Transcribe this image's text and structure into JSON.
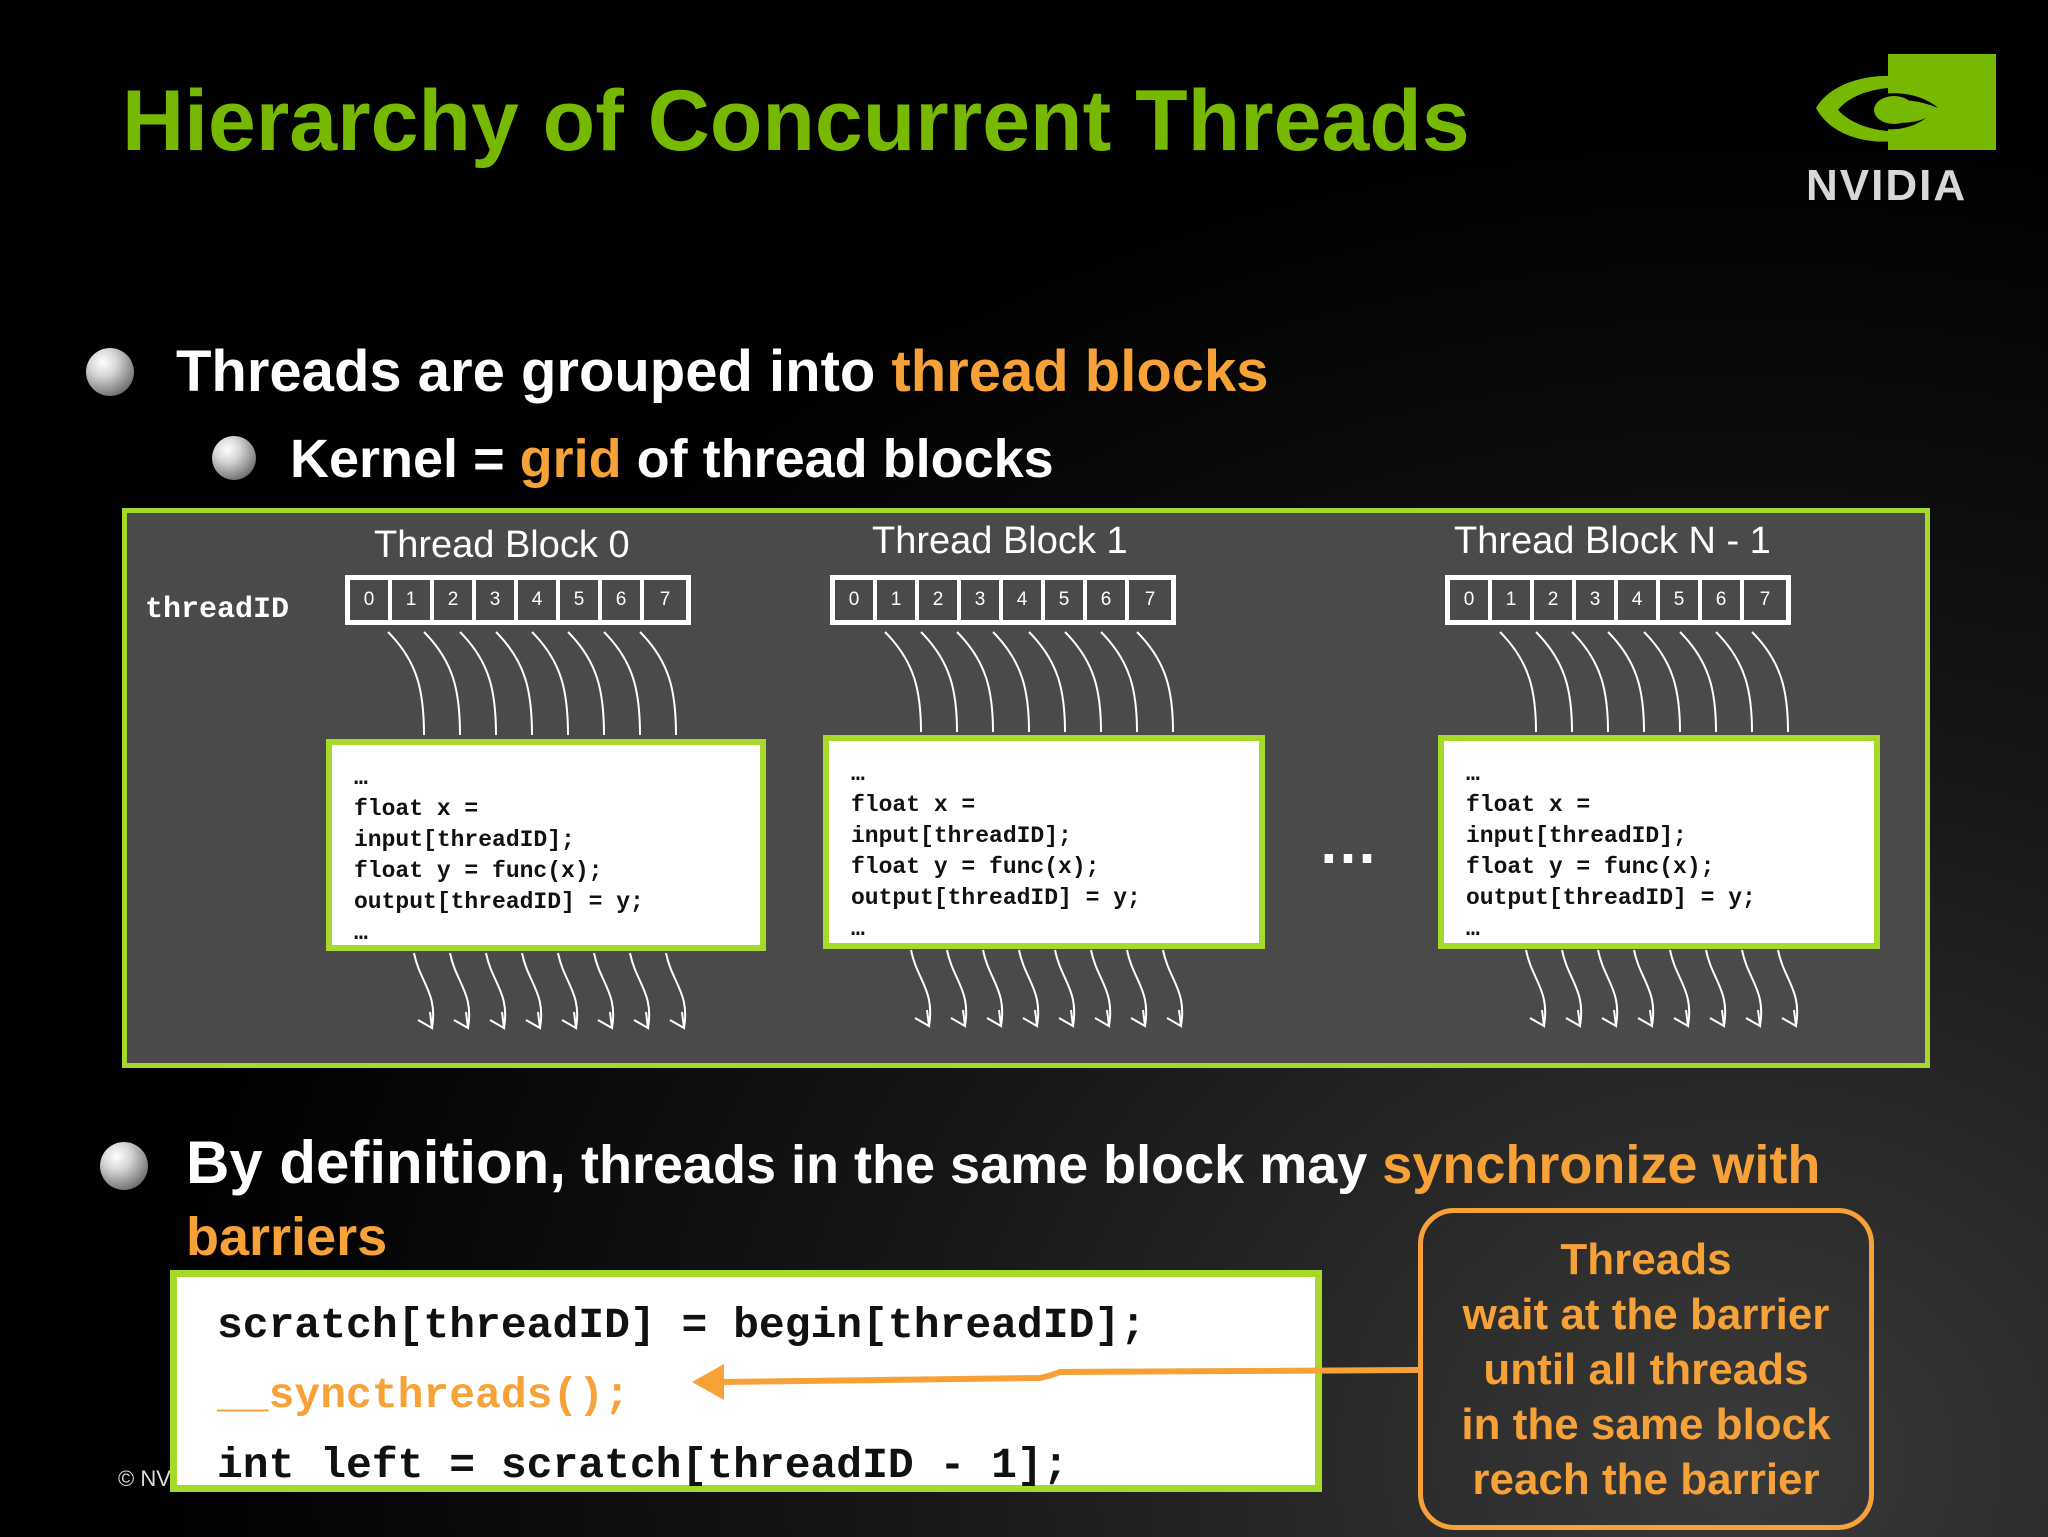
{
  "title": "Hierarchy of Concurrent Threads",
  "logo": {
    "text": "NVIDIA"
  },
  "bullet1": {
    "prefix": "Threads are grouped into ",
    "highlight": "thread blocks"
  },
  "bullet1_sub": {
    "prefix": "Kernel = ",
    "highlight": "grid",
    "suffix": " of thread blocks"
  },
  "diagram": {
    "thread_id_label": "threadID",
    "ellipsis": "…",
    "blocks": [
      {
        "title": "Thread Block 0",
        "thread_ids": [
          "0",
          "1",
          "2",
          "3",
          "4",
          "5",
          "6",
          "7"
        ],
        "code": [
          "…",
          "float x =",
          "input[threadID];",
          "float y = func(x);",
          "output[threadID] = y;",
          "…"
        ]
      },
      {
        "title": "Thread Block 1",
        "thread_ids": [
          "0",
          "1",
          "2",
          "3",
          "4",
          "5",
          "6",
          "7"
        ],
        "code": [
          "…",
          "float x =",
          "input[threadID];",
          "float y = func(x);",
          "output[threadID] = y;",
          "…"
        ]
      },
      {
        "title": "Thread Block N - 1",
        "thread_ids": [
          "0",
          "1",
          "2",
          "3",
          "4",
          "5",
          "6",
          "7"
        ],
        "code": [
          "…",
          "float x =",
          "input[threadID];",
          "float y = func(x);",
          "output[threadID] = y;",
          "…"
        ]
      }
    ]
  },
  "bullet2": {
    "prefix_large": "By definition,",
    "prefix": " threads in the same block may ",
    "highlight": "synchronize with",
    "highlight_line2": "barriers"
  },
  "barrier_code": {
    "line1": "scratch[threadID] = begin[threadID];",
    "line2": "__syncthreads();",
    "line2_suffix": "",
    "line3": "int left = scratch[threadID - 1];"
  },
  "callout": [
    "Threads",
    "wait at the barrier",
    "until all threads",
    "in the same block",
    "reach the barrier"
  ],
  "copyright": "© NV",
  "colors": {
    "nvidia_green": "#76b900",
    "panel_border": "#a6d92a",
    "highlight_orange": "#f7a139"
  }
}
